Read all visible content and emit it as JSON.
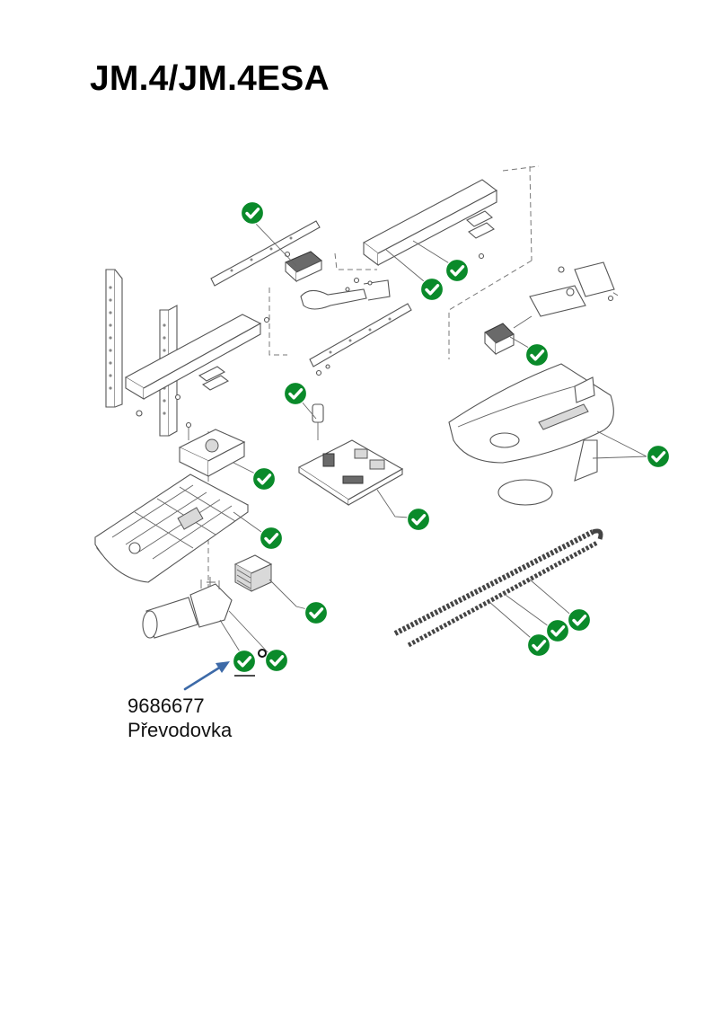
{
  "header": {
    "title": "JM.4/JM.4ESA"
  },
  "diagram": {
    "check_badge_color": "#0a8a2a",
    "arrow_color": "#3d6aa8",
    "check_icon": "check-circle-icon",
    "arrow_icon": "arrow-icon",
    "callout": {
      "part_number": "9686677",
      "part_name": "Převodovka"
    }
  }
}
